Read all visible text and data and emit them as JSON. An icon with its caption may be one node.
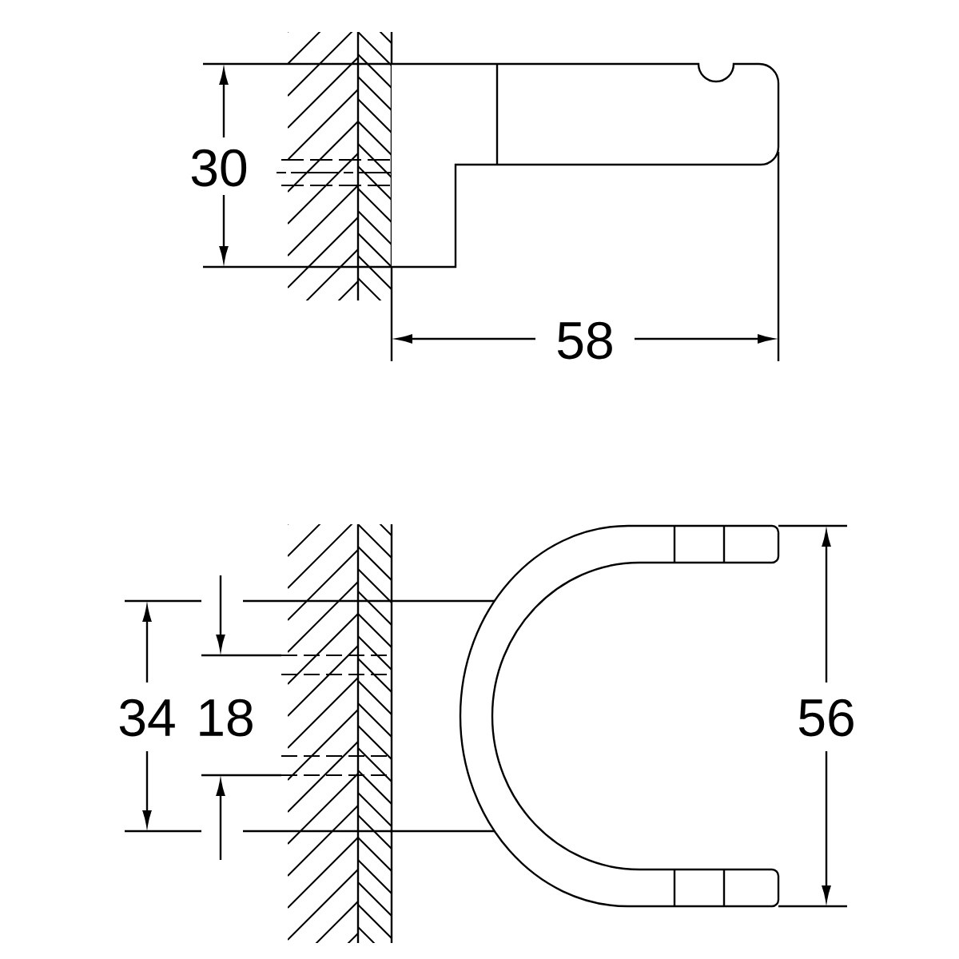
{
  "diagram": {
    "labels": [
      "30",
      "58",
      "34",
      "18",
      "56"
    ]
  }
}
